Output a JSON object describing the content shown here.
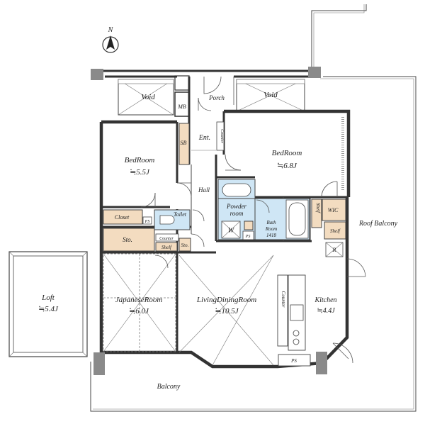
{
  "compass": {
    "label": "N"
  },
  "rooms": {
    "void_left": "Void",
    "void_right": "Void",
    "porch": "Porch",
    "mb": "MB",
    "sb": "SB",
    "ent": "Ent.",
    "counter_ent": "Counter",
    "bedroom1": {
      "name": "BedRoom",
      "size": "≒5.5J"
    },
    "bedroom2": {
      "name": "BedRoom",
      "size": "≒6.8J"
    },
    "hall": "Hall",
    "closet": "Closet",
    "ps1": "PS",
    "toilet": "Toilet",
    "sto1": "Sto.",
    "counter_toilet": "Counter",
    "shelf1": "Shelf",
    "sto2": "Sto.",
    "powder": {
      "line1": "Powder",
      "line2": "room"
    },
    "washer": "W",
    "ps2": "PS",
    "bath": {
      "line1": "Bath",
      "line2": "Room",
      "line3": "1418"
    },
    "shelf_wic": "Shelf",
    "wic": "WIC",
    "shelf2": "Shelf",
    "refrigerator": "R",
    "roof_balcony": "Roof Balcony",
    "loft": {
      "name": "Loft",
      "size": "≒5.4J"
    },
    "japanese": {
      "name": "JapaneseRoom",
      "size": "≒6.0J"
    },
    "living": {
      "name": "LivingDiningRoom",
      "size": "≒10.5J"
    },
    "counter_kitchen": "Counter",
    "kitchen": {
      "name": "Kitchen",
      "size": "≒4.4J"
    },
    "ps3": "PS",
    "balcony": "Balcony"
  }
}
